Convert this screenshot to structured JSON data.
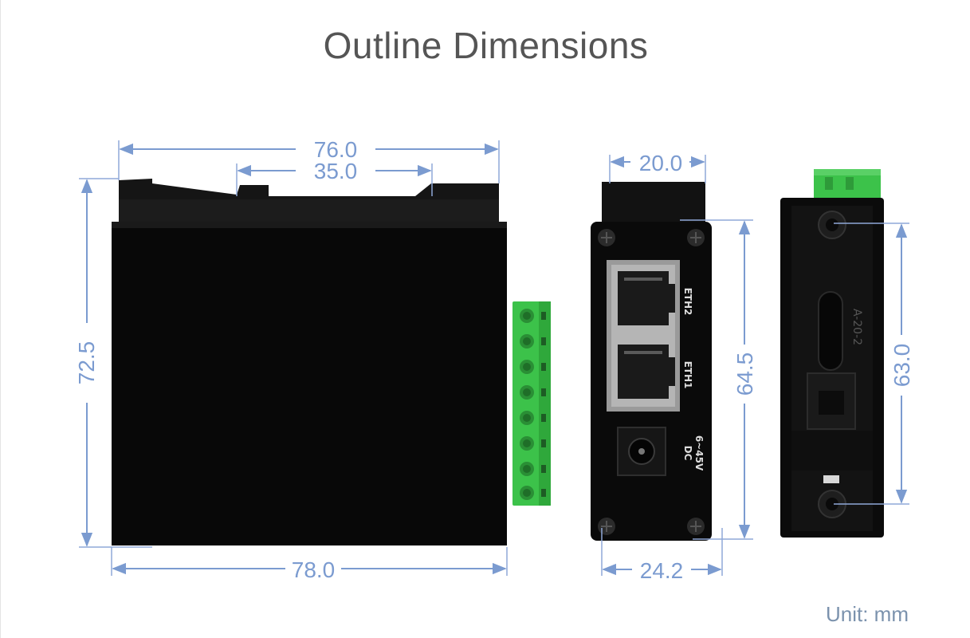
{
  "title": "Outline Dimensions",
  "unit_label": "Unit: mm",
  "dimensions": {
    "top_width": "76.0",
    "rail_width": "35.0",
    "height_left": "72.5",
    "bottom_width": "78.0",
    "side_top_width": "20.0",
    "side_height": "64.5",
    "side_bottom_width": "24.2",
    "back_height": "63.0"
  },
  "port_labels": {
    "eth2": "ETH2",
    "eth1": "ETH1",
    "dc_line1": "DC",
    "dc_line2": "6~45V"
  },
  "back_mark": "A-20-2",
  "colors": {
    "dimension": "#7b9bd0",
    "body": "#0b0b0b",
    "terminal": "#3cc24a",
    "title": "#555555"
  }
}
